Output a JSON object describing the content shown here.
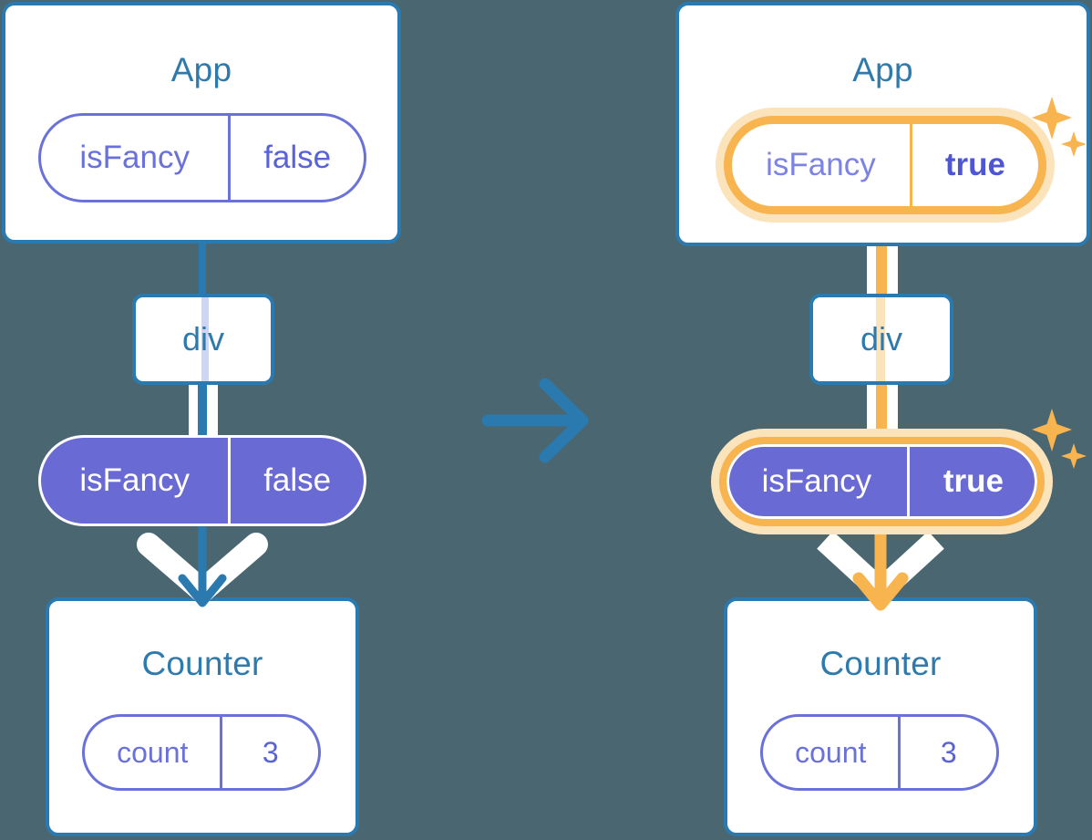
{
  "theme": {
    "background": "#4a6670",
    "box_border": "#2b7aaf",
    "title_color": "#2f7aad",
    "pill_purple": "#6a72d9",
    "pill_fill": "#6a6ad4",
    "highlight": "#f8b44f",
    "highlight_glow": "#fbe3bc",
    "white": "#ffffff"
  },
  "diagram": {
    "type": "before-after-state-propagation",
    "transition_icon": "arrow-right-icon"
  },
  "before": {
    "app": {
      "title": "App",
      "state": {
        "key": "isFancy",
        "value": "false",
        "highlighted": false
      }
    },
    "dom": {
      "label": "div"
    },
    "prop": {
      "key": "isFancy",
      "value": "false",
      "highlighted": false
    },
    "counter": {
      "title": "Counter",
      "state": {
        "key": "count",
        "value": "3",
        "highlighted": false
      }
    }
  },
  "after": {
    "app": {
      "title": "App",
      "state": {
        "key": "isFancy",
        "value": "true",
        "highlighted": true
      }
    },
    "dom": {
      "label": "div"
    },
    "prop": {
      "key": "isFancy",
      "value": "true",
      "highlighted": true
    },
    "counter": {
      "title": "Counter",
      "state": {
        "key": "count",
        "value": "3",
        "highlighted": false
      }
    }
  },
  "icons": {
    "sparkle_large": "sparkle-icon",
    "sparkle_small": "sparkle-small-icon",
    "transition_arrow": "arrow-right-icon",
    "flow_arrow": "arrow-down-icon"
  }
}
